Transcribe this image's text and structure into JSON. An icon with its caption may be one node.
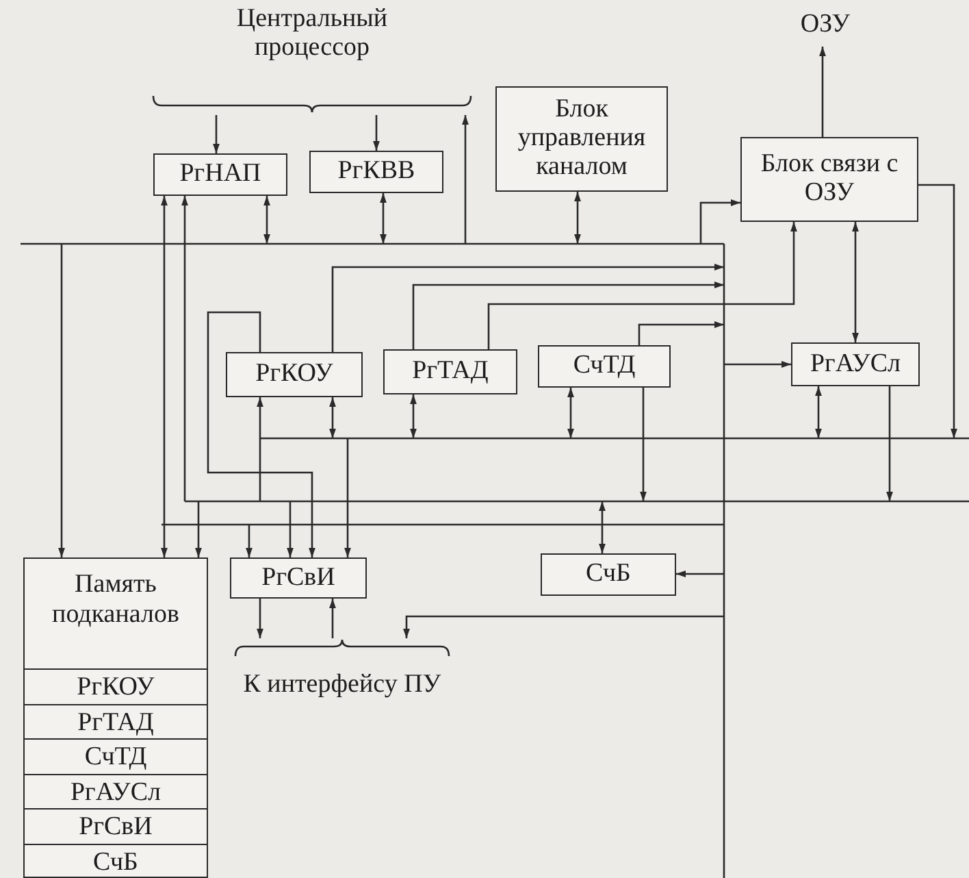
{
  "diagram": {
    "nodes": [
      {
        "text": [
          "Центральный процессор"
        ]
      },
      {
        "text": [
          "ОЗУ"
        ]
      },
      {
        "text": [
          "РгНАП"
        ]
      },
      {
        "text": [
          "РгКВВ"
        ]
      },
      {
        "text": [
          "Блок управления каналом"
        ]
      },
      {
        "text": [
          "Блок связи с ОЗУ"
        ]
      },
      {
        "text": [
          "РгКОУ"
        ]
      },
      {
        "text": [
          "РгТАД"
        ]
      },
      {
        "text": [
          "СчТД"
        ]
      },
      {
        "text": [
          "РгАУСл"
        ]
      },
      {
        "text": [
          "Память подканалов"
        ]
      },
      {
        "text": [
          "РгКОУ"
        ],
        "in": 10
      },
      {
        "text": [
          "РгТАД"
        ],
        "in": 10
      },
      {
        "text": [
          "СчТД"
        ],
        "in": 10
      },
      {
        "text": [
          "РгАУСл"
        ],
        "in": 10
      },
      {
        "text": [
          "РгСвИ"
        ],
        "in": 10
      },
      {
        "text": [
          "СчБ"
        ],
        "in": 10
      },
      {
        "text": [
          "РгСвИ"
        ]
      },
      {
        "text": [
          "СчБ"
        ]
      },
      {
        "text": [
          "К интерфейсу ПУ"
        ]
      }
    ],
    "edges": [
      {
        "from": 0,
        "to": 2,
        "arrow": "to"
      },
      {
        "from": 0,
        "to": 3,
        "arrow": "to"
      },
      {
        "from": null,
        "to": 0,
        "arrow": "to"
      },
      {
        "from": 2,
        "to": null,
        "arrow": "both"
      },
      {
        "from": null,
        "to": 2,
        "arrow": "to"
      },
      {
        "from": null,
        "to": 2,
        "arrow": "to"
      },
      {
        "from": 3,
        "to": null,
        "arrow": "both"
      },
      {
        "from": 4,
        "to": null,
        "arrow": "both"
      },
      {
        "from": 5,
        "to": 1,
        "arrow": "to"
      },
      {
        "from": null,
        "to": 5,
        "arrow": "to"
      },
      {
        "from": 5,
        "to": 9,
        "arrow": "both"
      },
      {
        "from": 5,
        "to": null,
        "arrow": "to"
      },
      {
        "from": 6,
        "to": null,
        "arrow": "to"
      },
      {
        "from": 7,
        "to": null,
        "arrow": "to"
      },
      {
        "from": 7,
        "to": 5,
        "arrow": "to"
      },
      {
        "from": 8,
        "to": null,
        "arrow": "to"
      },
      {
        "from": null,
        "to": 9,
        "arrow": "to"
      },
      {
        "from": 6,
        "to": 17,
        "arrow": "to"
      },
      {
        "from": null,
        "to": 6,
        "arrow": "to"
      },
      {
        "from": 6,
        "to": null,
        "arrow": "both"
      },
      {
        "from": 7,
        "to": null,
        "arrow": "both"
      },
      {
        "from": 8,
        "to": null,
        "arrow": "both"
      },
      {
        "from": 8,
        "to": null,
        "arrow": "to"
      },
      {
        "from": 9,
        "to": null,
        "arrow": "both"
      },
      {
        "from": 9,
        "to": null,
        "arrow": "to"
      },
      {
        "from": null,
        "to": 10,
        "arrow": "to"
      },
      {
        "from": null,
        "to": 10,
        "arrow": "to"
      },
      {
        "from": null,
        "to": 10,
        "arrow": "to"
      },
      {
        "from": null,
        "to": 17,
        "arrow": "to"
      },
      {
        "from": null,
        "to": 17,
        "arrow": "to"
      },
      {
        "from": null,
        "to": 17,
        "arrow": "to"
      },
      {
        "from": 17,
        "to": 19,
        "arrow": "to"
      },
      {
        "from": 19,
        "to": 17,
        "arrow": "to"
      },
      {
        "from": null,
        "to": 19,
        "arrow": "to"
      },
      {
        "from": 18,
        "to": null,
        "arrow": "both"
      },
      {
        "from": null,
        "to": 18,
        "arrow": "to"
      }
    ]
  }
}
